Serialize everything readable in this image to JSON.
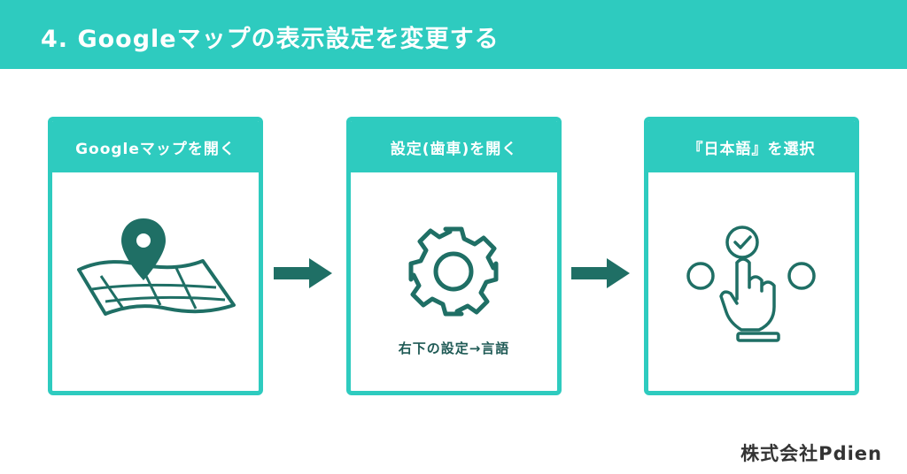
{
  "header": {
    "title": "4. Googleマップの表示設定を変更する"
  },
  "steps": [
    {
      "title": "Googleマップを開く",
      "icon": "map-pin-icon",
      "caption": ""
    },
    {
      "title": "設定(歯車)を開く",
      "icon": "gear-icon",
      "caption": "右下の設定→言語"
    },
    {
      "title": "『日本語』を選択",
      "icon": "tap-select-icon",
      "caption": ""
    }
  ],
  "footer": {
    "brand": "株式会社Pdien"
  },
  "colors": {
    "accent": "#2ecbbf",
    "icon_dark": "#1f6f65",
    "text_dark": "#333333"
  }
}
